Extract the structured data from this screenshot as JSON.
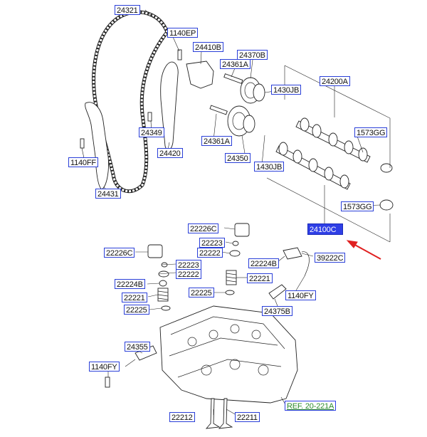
{
  "labels": {
    "chain": "24321",
    "bolt_top": "1140EP",
    "chain_tensioner_arm": "24410B",
    "cam_sprocket_bolt": "24361A",
    "cvvt_exhaust": "24370B",
    "camshaft_intake_label": "24200A",
    "key_upper": "1430JB",
    "tensioner_bolt": "24349",
    "chain_guide": "24420",
    "sprocket_lower_bolt": "24361A",
    "cvvt_intake": "24350",
    "key_lower": "1430JB",
    "seal_upper": "1573GG",
    "guide_bolt": "1140FF",
    "chain_guide_left": "24431",
    "seal_lower": "1573GG",
    "camshaft_exhaust": "24100C",
    "lifter_right": "22226C",
    "keeper_right": "22223",
    "retainer_right": "22222",
    "lifter_left": "22226C",
    "seal_right": "22224B",
    "sensor": "39222C",
    "keeper_left": "22223",
    "retainer_left": "22222",
    "spring_right": "22221",
    "seal_left": "22224B",
    "seat_right": "22225",
    "sensor_bolt": "1140FY",
    "spring_left": "22221",
    "ocv": "24375B",
    "seat_left": "22225",
    "oil_valve": "24355",
    "valve_bolt": "1140FY",
    "reference": "REF. 20-221A",
    "valve_intake": "22212",
    "valve_exhaust": "22211"
  },
  "colors": {
    "label_border": "#2a3fd8",
    "highlight_fill": "#2f3fe6",
    "reference_text": "#2b8a2b",
    "pointer_arrow": "#e02020"
  }
}
